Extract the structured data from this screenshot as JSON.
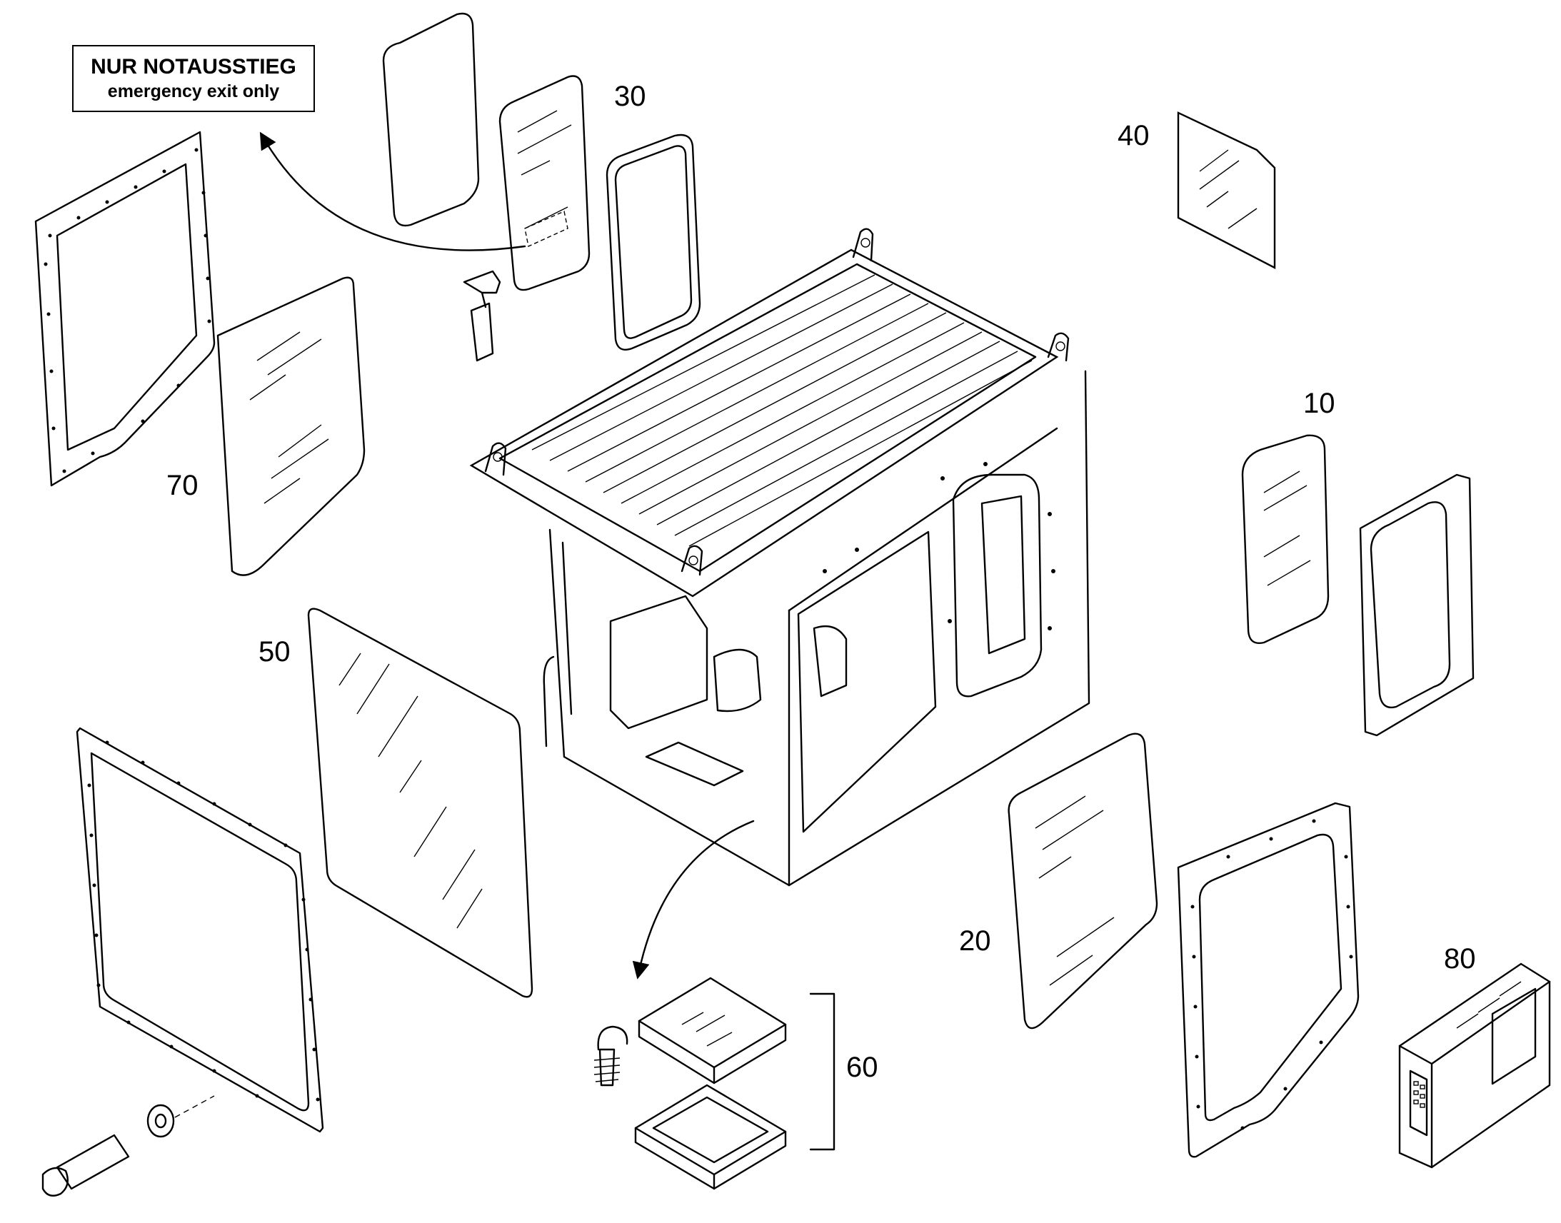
{
  "notice": {
    "line1": "NUR NOTAUSSTIEG",
    "line2": "emergency exit only"
  },
  "part_numbers": {
    "p10": "10",
    "p20": "20",
    "p30": "30",
    "p40": "40",
    "p50": "50",
    "p60": "60",
    "p70": "70",
    "p80": "80"
  }
}
